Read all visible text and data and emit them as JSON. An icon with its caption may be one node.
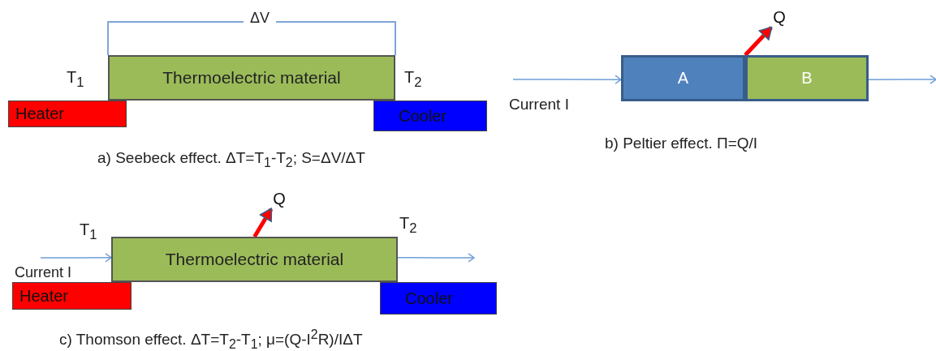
{
  "diagram": {
    "nodes": [
      {
        "text": [
          "Heater"
        ]
      },
      {
        "text": [
          "Thermoelectric material"
        ]
      },
      {
        "text": [
          "Cooler"
        ]
      },
      {
        "text": [
          "A"
        ]
      },
      {
        "text": [
          "B"
        ]
      },
      {
        "text": [
          "Q"
        ]
      },
      {
        "text": [
          "Heater"
        ]
      },
      {
        "text": [
          "Thermoelectric material"
        ]
      },
      {
        "text": [
          "Cooler"
        ]
      },
      {
        "text": [
          "Q"
        ]
      }
    ],
    "edges": [
      {
        "from": null,
        "to": 3,
        "arrow": "to"
      },
      {
        "from": 4,
        "to": null,
        "arrow": "to"
      },
      {
        "from": 4,
        "to": 5,
        "arrow": "to",
        "style": "thick",
        "color": "#ff0000"
      },
      {
        "from": null,
        "to": 7,
        "arrow": "to"
      },
      {
        "from": 7,
        "to": null,
        "arrow": "to"
      },
      {
        "from": 7,
        "to": 9,
        "arrow": "to",
        "style": "thick",
        "color": "#ff0000"
      }
    ],
    "labels": [
      "ΔV",
      "T$_{1}$",
      "T$_{2}$",
      "a) Seebeck effect. ΔT=T$_{1}$-T$_{2}$; S=ΔV/ΔT",
      "Current I",
      "b) Peltier effect. Π=Q/I",
      "T$_{1}$",
      "T$_{2}$",
      "Current I",
      "c) Thomson effect. ΔT=T$_{2}$-T$_{1}$; μ=(Q-I$^{2}$R)/IΔT"
    ]
  }
}
